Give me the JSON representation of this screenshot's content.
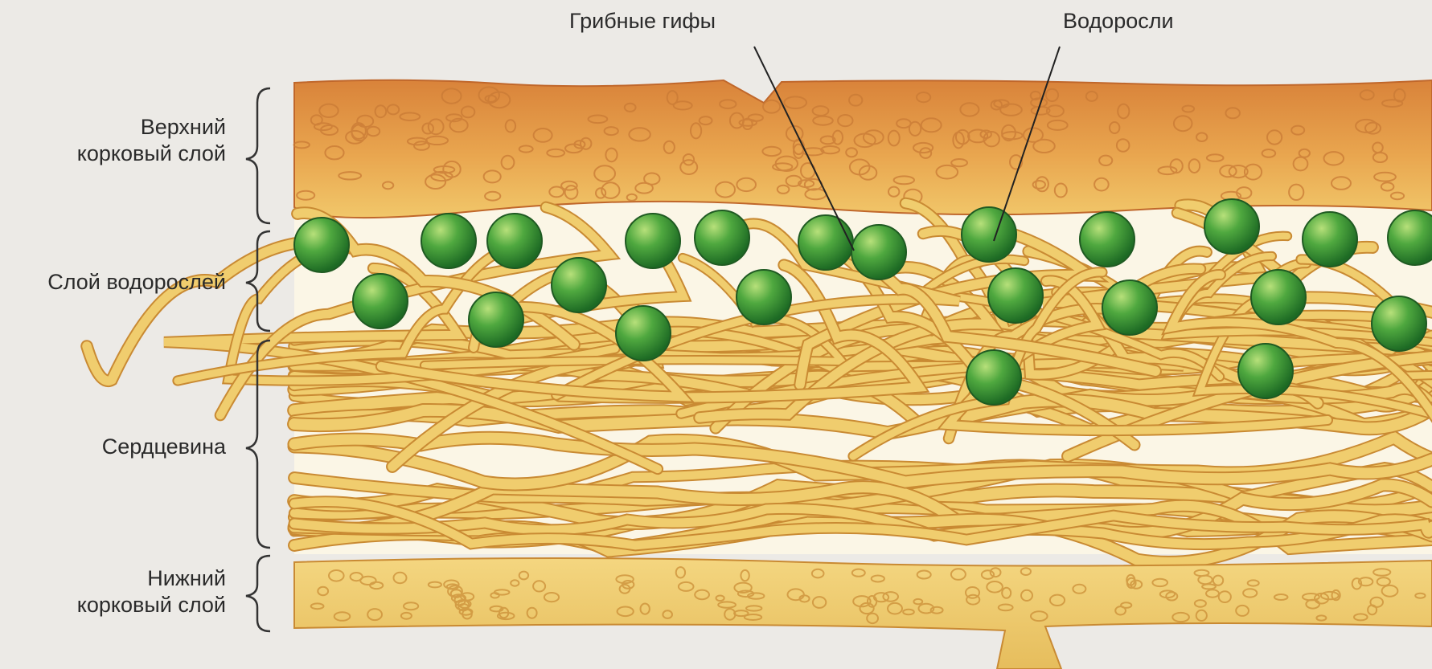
{
  "labels": {
    "upper_cortex": [
      "Верхний",
      "корковый слой"
    ],
    "algae_layer": "Слой водорослей",
    "medulla": "Сердцевина",
    "lower_cortex": [
      "Нижний",
      "корковый слой"
    ],
    "fungal_hyphae": "Грибные гифы",
    "algae": "Водоросли"
  },
  "colors": {
    "background": "#eceae6",
    "upper_cortex": "#e3a04a",
    "hyphae": "#f0cd6e",
    "hyphae_outline": "#c98a33",
    "algae_cell": "#3f9b3c",
    "lower_cortex": "#efcd72"
  }
}
